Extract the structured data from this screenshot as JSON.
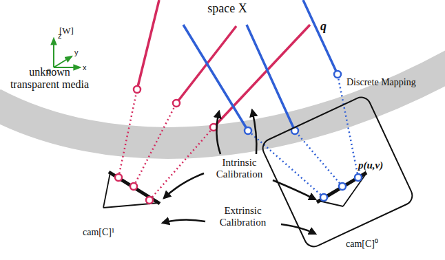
{
  "diagram": {
    "nodes": [
      {
        "text": [
          "p(u,v)"
        ]
      }
    ],
    "labels": [
      "space X",
      "[W]",
      "z",
      "y",
      "x",
      "0",
      "q",
      "Discrete Mapping",
      "unknown transparent media",
      "Intrinsic Calibration",
      "Extrinsic Calibration",
      "cam[C]¹",
      "cam[C]⁰"
    ]
  }
}
